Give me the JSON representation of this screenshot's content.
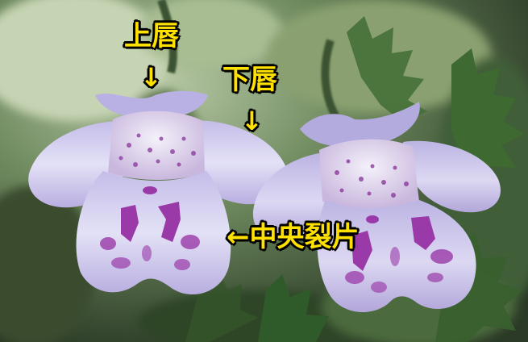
{
  "annotations": {
    "upper_lip": "上唇",
    "upper_arrow": "↓",
    "lower_lip": "下唇",
    "lower_arrow": "↓",
    "middle_lobe": "←中央裂片"
  },
  "colors": {
    "label_text": "#ffe100",
    "label_outline": "#000000",
    "petal": "#d6d2f0",
    "petal_spots": "#9a3aa8",
    "leaf": "#3f6a33"
  }
}
